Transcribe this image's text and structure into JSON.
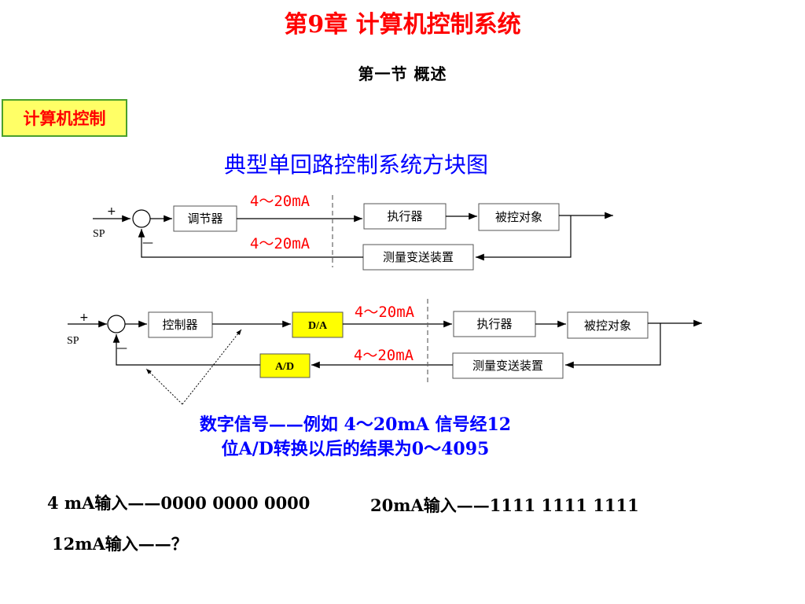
{
  "header": {
    "title": "第9章 计算机控制系统",
    "section": "第一节   概述"
  },
  "tag_label": "计算机控制",
  "diagram_title": "典型单回路控制系统方块图",
  "loop1": {
    "plus": "+",
    "sp": "SP",
    "minus": "—",
    "signal_top": "4～20mA",
    "signal_bottom": "4～20mA",
    "blocks": {
      "regulator": "调节器",
      "actuator": "执行器",
      "plant": "被控对象",
      "transmitter": "测量变送装置"
    }
  },
  "loop2": {
    "plus": "+",
    "sp": "SP",
    "minus": "—",
    "signal_top": "4～20mA",
    "signal_bottom": "4～20mA",
    "blocks": {
      "controller": "控制器",
      "dac": "D/A",
      "adc": "A/D",
      "actuator": "执行器",
      "plant": "被控对象",
      "transmitter": "测量变送装置"
    }
  },
  "caption": {
    "line1": "数字信号——例如  4～20mA  信号经12",
    "line2": "位A/D转换以后的结果为0～4095"
  },
  "examples": {
    "four_ma": "4  mA输入——0000 0000 0000",
    "twenty_ma": "20mA输入——1111 1111 1111",
    "twelve_ma": "12mA输入——？"
  },
  "colors": {
    "title": "#ff0000",
    "blue_text": "#0000ff",
    "tag_fill": "#ffff66",
    "tag_border": "#4aa02c",
    "converter_fill": "#ffff00"
  }
}
